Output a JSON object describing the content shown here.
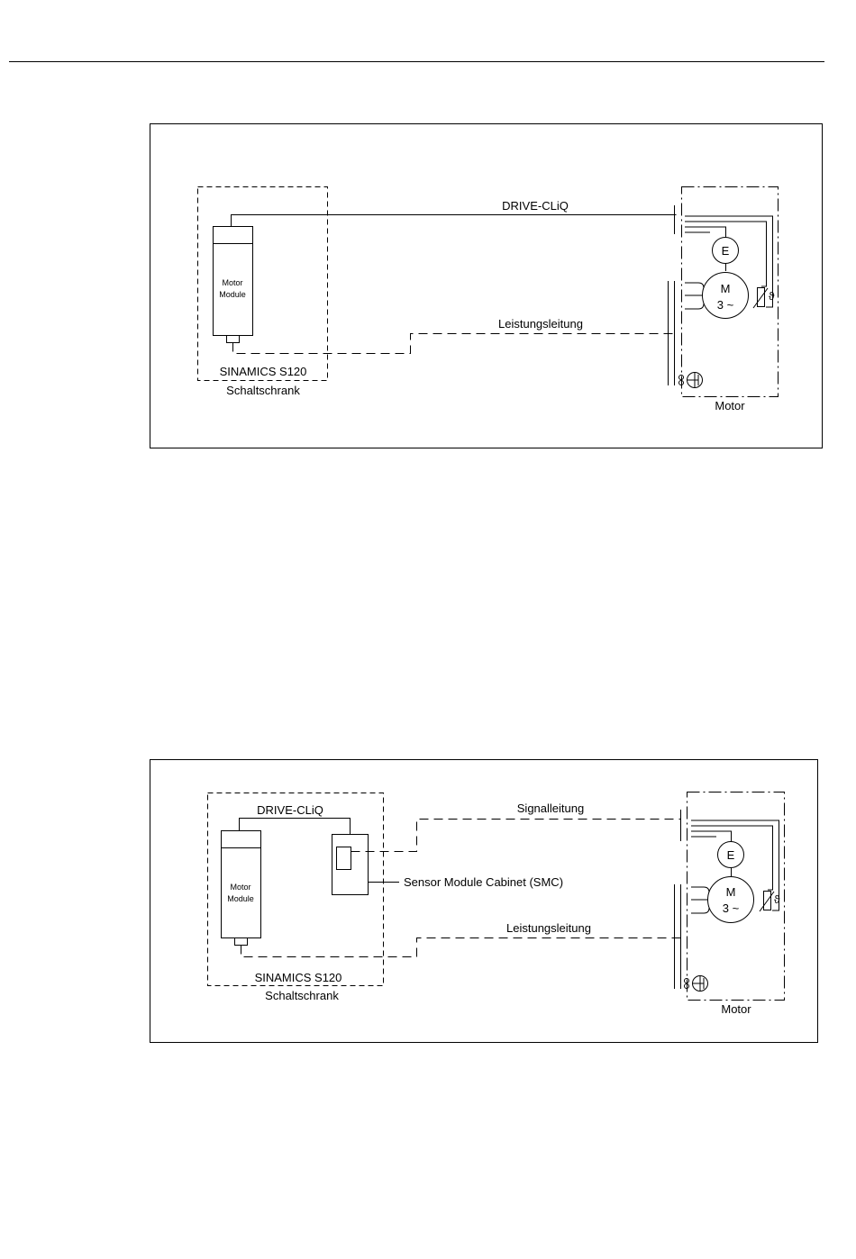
{
  "diagram1": {
    "drive_cliq": "DRIVE-CLiQ",
    "power_cable": "Leistungsleitung",
    "motor_module_line1": "Motor",
    "motor_module_line2": "Module",
    "sinamics": "SINAMICS S120",
    "cabinet": "Schaltschrank",
    "encoder": "E",
    "motor_symbol_line1": "M",
    "motor_symbol_line2": "3 ~",
    "motor": "Motor",
    "theta": "ϑ"
  },
  "diagram2": {
    "drive_cliq": "DRIVE-CLiQ",
    "signal_cable": "Signalleitung",
    "power_cable": "Leistungsleitung",
    "smc": "Sensor Module Cabinet (SMC)",
    "motor_module_line1": "Motor",
    "motor_module_line2": "Module",
    "sinamics": "SINAMICS S120",
    "cabinet": "Schaltschrank",
    "encoder": "E",
    "motor_symbol_line1": "M",
    "motor_symbol_line2": "3 ~",
    "motor": "Motor",
    "theta": "ϑ"
  }
}
